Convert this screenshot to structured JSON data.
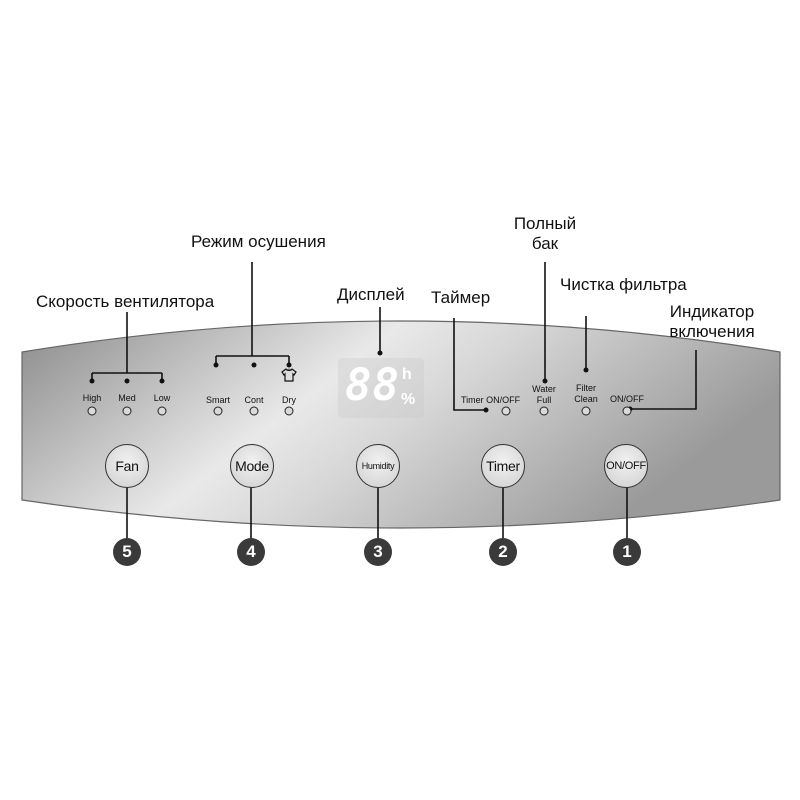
{
  "callouts": {
    "fan_speed": "Скорость вентилятора",
    "dry_mode": "Режим осушения",
    "display": "Дисплей",
    "timer": "Таймер",
    "tank_full_line1": "Полный",
    "tank_full_line2": "бак",
    "filter_clean": "Чистка фильтра",
    "power_indicator_line1": "Индикатор",
    "power_indicator_line2": "включения"
  },
  "panel": {
    "fan_leds": [
      "High",
      "Med",
      "Low"
    ],
    "mode_leds": [
      "Smart",
      "Cont",
      "Dry"
    ],
    "dry_icon": "shirt-icon",
    "display_digits": "88",
    "display_units": [
      "h",
      "%"
    ],
    "timer_led": "Timer ON/OFF",
    "water_full_line1": "Water",
    "water_full_line2": "Full",
    "filter_clean_line1": "Filter",
    "filter_clean_line2": "Clean",
    "power_led": "ON/OFF"
  },
  "buttons": [
    {
      "label": "Fan",
      "number": "5"
    },
    {
      "label": "Mode",
      "number": "4"
    },
    {
      "label": "Humidity",
      "number": "3"
    },
    {
      "label": "Timer",
      "number": "2"
    },
    {
      "label": "ON/OFF",
      "number": "1"
    }
  ],
  "colors": {
    "panel_light": "#e6e6e6",
    "panel_dark": "#8f8f8f",
    "badge": "#3a3a3a",
    "line": "#111111"
  }
}
